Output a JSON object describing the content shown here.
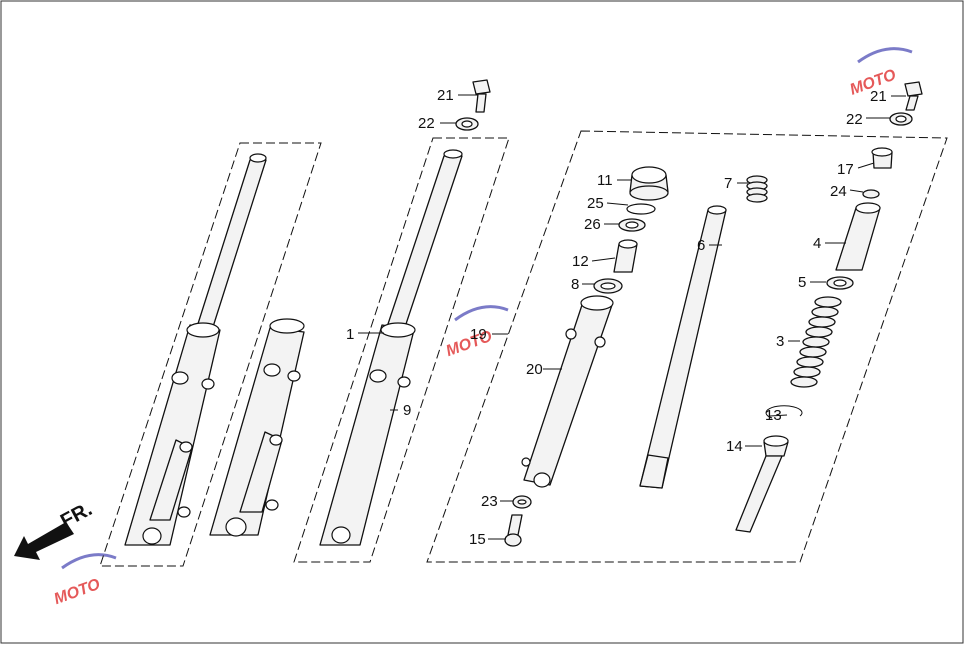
{
  "callouts": [
    {
      "id": "l1",
      "text": "1"
    },
    {
      "id": "l3",
      "text": "3"
    },
    {
      "id": "l4",
      "text": "4"
    },
    {
      "id": "l5",
      "text": "5"
    },
    {
      "id": "l6",
      "text": "6"
    },
    {
      "id": "l7",
      "text": "7"
    },
    {
      "id": "l8",
      "text": "8"
    },
    {
      "id": "l9",
      "text": "9"
    },
    {
      "id": "l11",
      "text": "11"
    },
    {
      "id": "l12",
      "text": "12"
    },
    {
      "id": "l13",
      "text": "13"
    },
    {
      "id": "l14",
      "text": "14"
    },
    {
      "id": "l15",
      "text": "15"
    },
    {
      "id": "l17",
      "text": "17"
    },
    {
      "id": "l19",
      "text": "19"
    },
    {
      "id": "l20",
      "text": "20"
    },
    {
      "id": "l21a",
      "text": "21"
    },
    {
      "id": "l21b",
      "text": "21"
    },
    {
      "id": "l22a",
      "text": "22"
    },
    {
      "id": "l22b",
      "text": "22"
    },
    {
      "id": "l23",
      "text": "23"
    },
    {
      "id": "l24",
      "text": "24"
    },
    {
      "id": "l25",
      "text": "25"
    },
    {
      "id": "l26",
      "text": "26"
    }
  ],
  "direction_label": "FR.",
  "watermark": "MOTO"
}
